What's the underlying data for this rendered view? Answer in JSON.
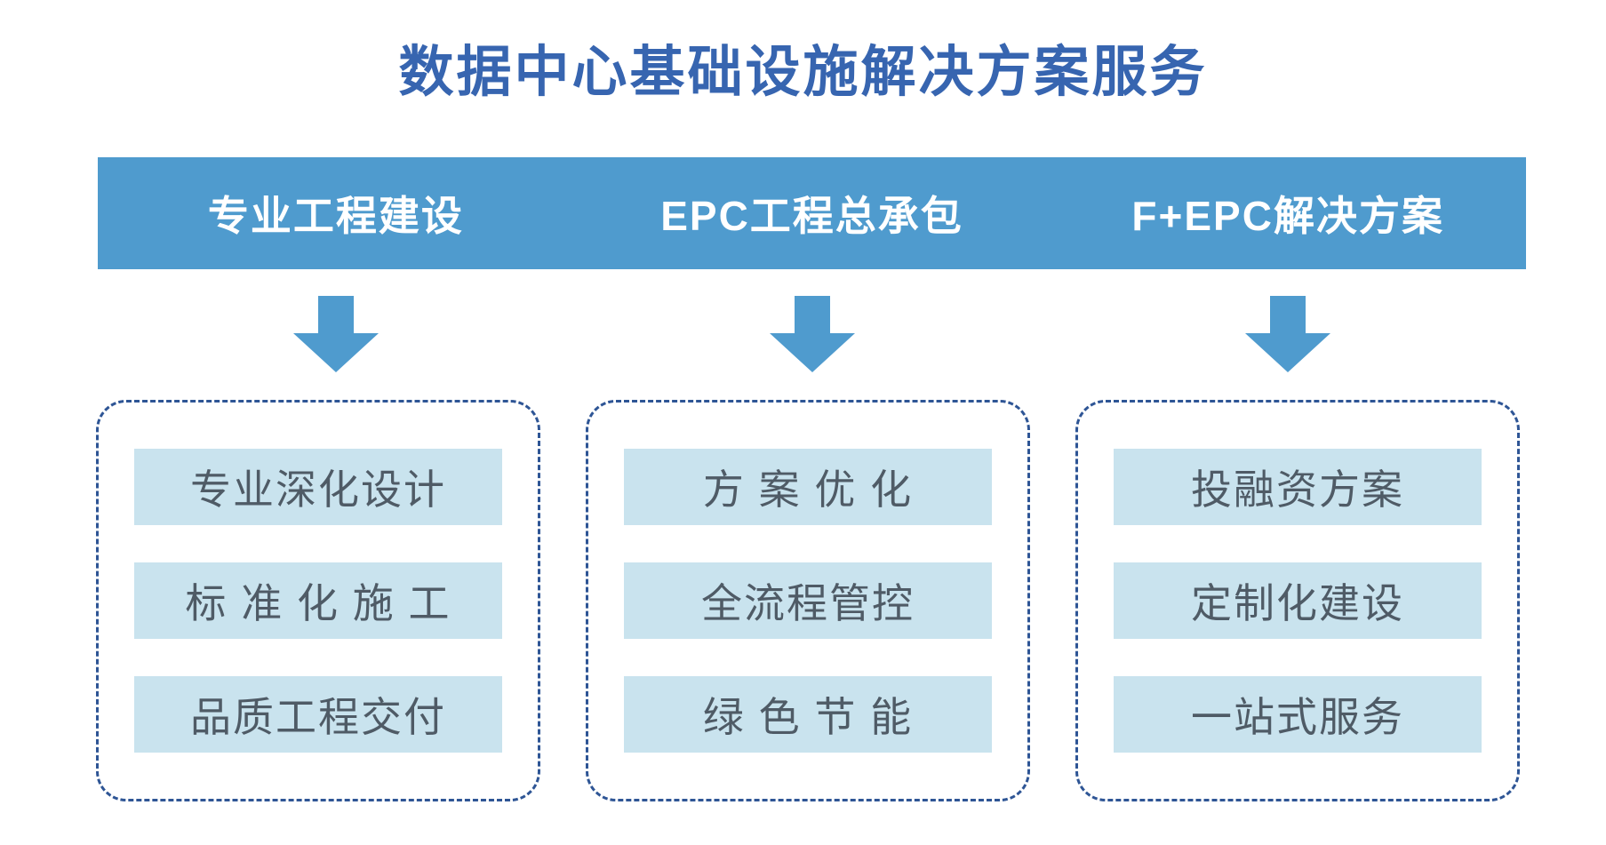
{
  "title": "数据中心基础设施解决方案服务",
  "colors": {
    "bar_blue": "#4F9BCE",
    "title_blue": "#3765B0",
    "dash_border": "#2E5595",
    "item_bg": "#C9E3EE",
    "item_text": "#4F5B66"
  },
  "columns": [
    {
      "header": "专业工程建设",
      "items": [
        "专业深化设计",
        "标 准 化 施 工",
        "品质工程交付"
      ]
    },
    {
      "header": "EPC工程总承包",
      "items": [
        "方 案 优 化",
        "全流程管控",
        "绿 色 节 能"
      ]
    },
    {
      "header": "F+EPC解决方案",
      "items": [
        "投融资方案",
        "定制化建设",
        "一站式服务"
      ]
    }
  ],
  "icons": {
    "down_arrow": "down-arrow"
  }
}
